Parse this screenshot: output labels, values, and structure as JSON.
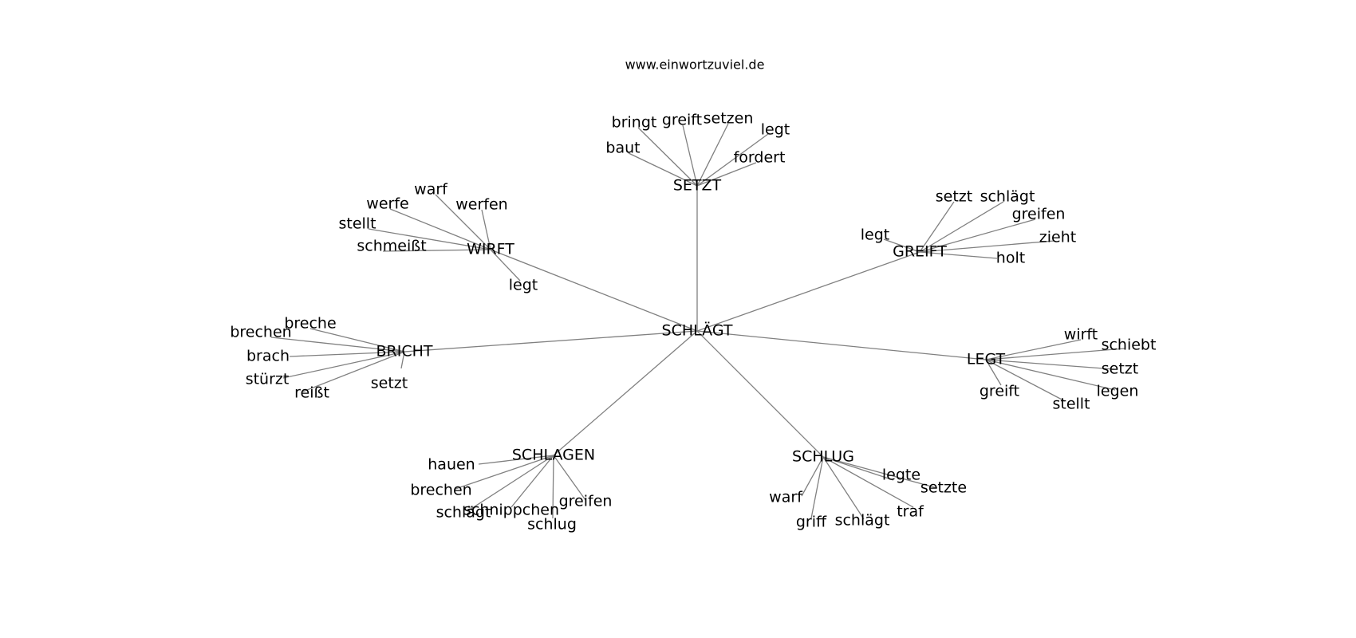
{
  "site": "www.einwortzuviel.de",
  "graph": {
    "root": "SCHLÄGT",
    "branches": [
      {
        "hub": "SETZT",
        "leaves": [
          "bringt",
          "greift",
          "setzen",
          "legt",
          "baut",
          "fordert"
        ]
      },
      {
        "hub": "WIRFT",
        "leaves": [
          "warf",
          "werfe",
          "werfen",
          "stellt",
          "schmeißt",
          "legt"
        ]
      },
      {
        "hub": "GREIFT",
        "leaves": [
          "setzt",
          "schlägt",
          "greifen",
          "legt",
          "zieht",
          "holt"
        ]
      },
      {
        "hub": "BRICHT",
        "leaves": [
          "breche",
          "brechen",
          "brach",
          "stürzt",
          "reißt",
          "setzt"
        ]
      },
      {
        "hub": "LEGT",
        "leaves": [
          "wirft",
          "schiebt",
          "setzt",
          "legen",
          "greift",
          "stellt"
        ]
      },
      {
        "hub": "SCHLAGEN",
        "leaves": [
          "hauen",
          "brechen",
          "schlägt",
          "schnippchen",
          "schlug",
          "greifen"
        ]
      },
      {
        "hub": "SCHLUG",
        "leaves": [
          "legte",
          "setzte",
          "warf",
          "traf",
          "griff",
          "schlägt"
        ]
      }
    ]
  }
}
